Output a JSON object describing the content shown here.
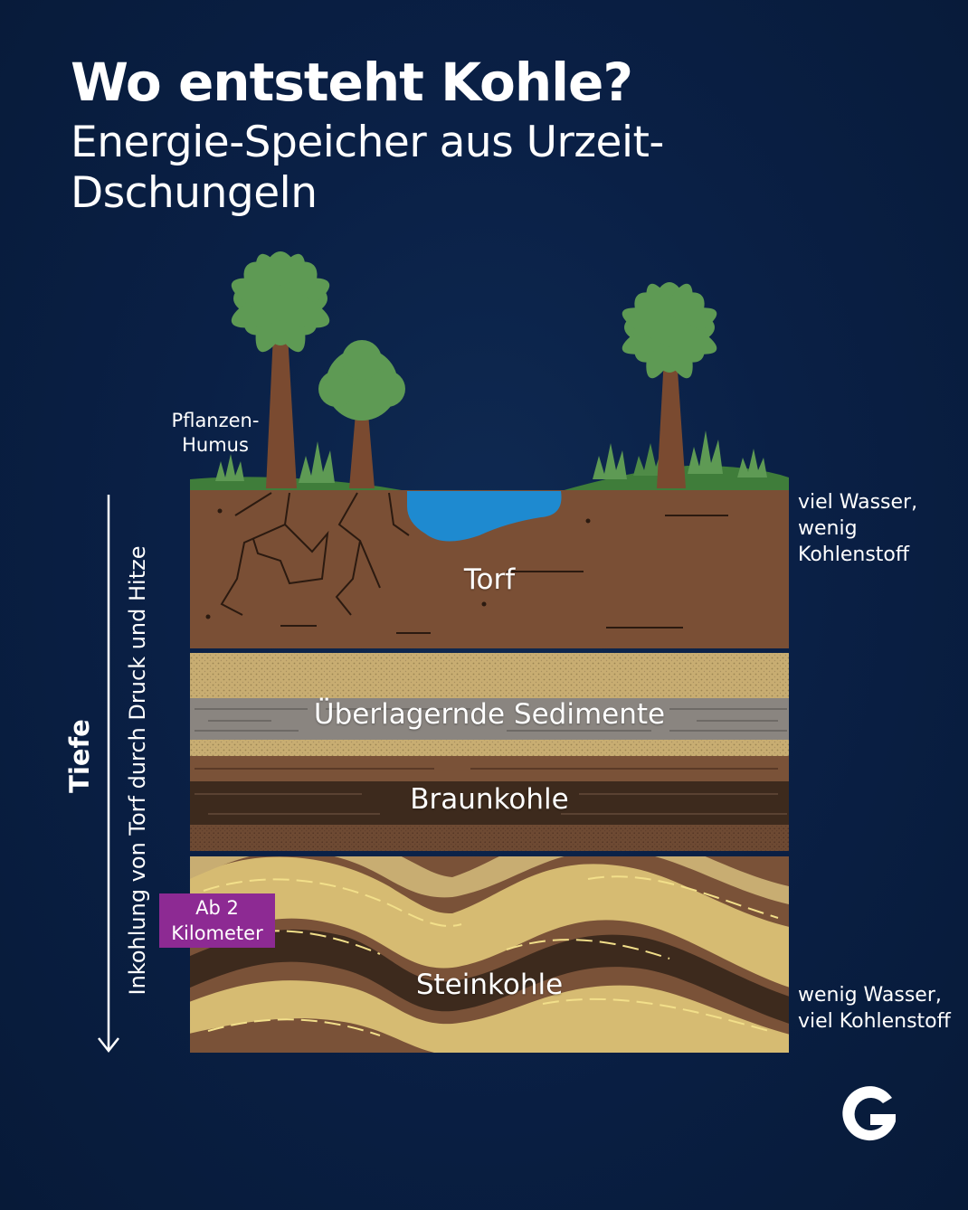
{
  "header": {
    "title": "Wo entsteht Kohle?",
    "subtitle": "Energie-Speicher aus Urzeit-Dschungeln"
  },
  "diagram": {
    "surface_label": "Pflanzen-Humus",
    "layers": [
      {
        "name": "Torf",
        "color": "#7a4f35"
      },
      {
        "name": "Überlagernde Sedimente",
        "color": "#8a8580"
      },
      {
        "name": "Braunkohle",
        "color": "#3d2a1d"
      },
      {
        "name": "Steinkohle",
        "color": "#d6bb72"
      }
    ],
    "top_note": "viel Wasser, wenig Kohlenstoff",
    "bottom_note": "wenig Wasser, viel Kohlenstoff",
    "depth_marker": "Ab 2 Kilometer",
    "axis_label": "Tiefe",
    "process_label": "Inkohlung von Torf durch Druck und Hitze"
  },
  "colors": {
    "background": "#0a2046",
    "accent_badge": "#8d2a93",
    "water": "#1e8ad0",
    "foliage": "#5e9a54",
    "grass": "#3f7d3a",
    "trunk": "#7a4a30"
  },
  "brand": {
    "logo": "g-logo-icon"
  }
}
